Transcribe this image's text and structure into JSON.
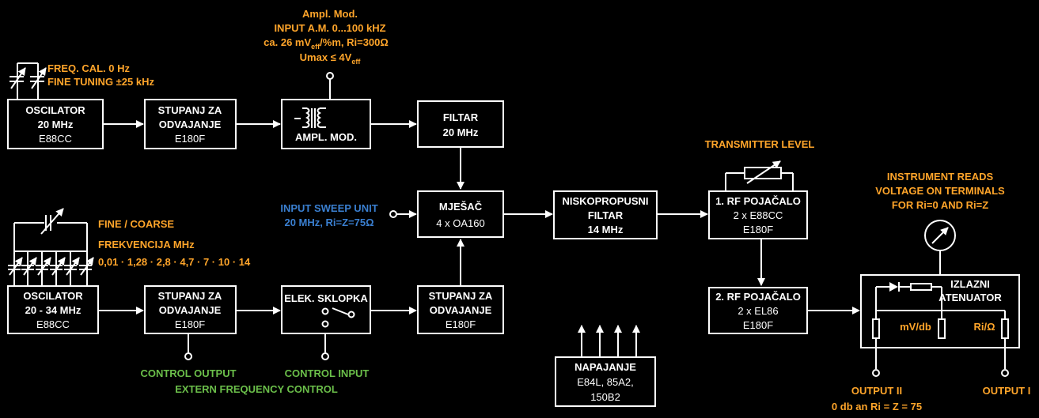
{
  "colors": {
    "background": "#000000",
    "line": "#ffffff",
    "orange": "#ffa52a",
    "blue": "#3a7fd0",
    "green": "#6bbf4a"
  },
  "blocks": {
    "osc1": {
      "l1": "OSCILATOR",
      "l2": "20 MHz",
      "l3": "E88CC"
    },
    "buf1": {
      "l1": "STUPANJ ZA",
      "l2": "ODVAJANJE",
      "l3": "E180F"
    },
    "ampmod": {
      "l1": "AMPL. MOD."
    },
    "filtar": {
      "l1": "FILTAR",
      "l2": "20 MHz"
    },
    "mixer": {
      "l1": "MJEŠAČ",
      "l2": "4 x OA160"
    },
    "lpf": {
      "l1": "NISKOPROPUSNI",
      "l2": "FILTAR",
      "l3": "14 MHz"
    },
    "rf1": {
      "l1": "1. RF POJAČALO",
      "l2": "2 x E88CC",
      "l3": "E180F"
    },
    "rf2": {
      "l1": "2. RF POJAČALO",
      "l2": "2 x EL86",
      "l3": "E180F"
    },
    "osc2": {
      "l1": "OSCILATOR",
      "l2": "20 - 34 MHz",
      "l3": "E88CC"
    },
    "buf2": {
      "l1": "STUPANJ ZA",
      "l2": "ODVAJANJE",
      "l3": "E180F"
    },
    "switch": {
      "l1": "ELEK. SKLOPKA"
    },
    "buf3": {
      "l1": "STUPANJ ZA",
      "l2": "ODVAJANJE",
      "l3": "E180F"
    },
    "psu": {
      "l1": "NAPAJANJE",
      "l2": "E84L, 85A2,",
      "l3": "150B2"
    },
    "atten": {
      "l1": "IZLAZNI",
      "l2": "ATENUATOR",
      "mv": "mV/db",
      "ri": "Ri/Ω"
    }
  },
  "labels": {
    "freq_cal": "FREQ. CAL.  0 Hz",
    "fine_tuning": "FINE TUNING  ±25 kHz",
    "am_1": "Ampl. Mod.",
    "am_2": "INPUT A.M. 0...100 kHZ",
    "am_3": "ca. 26 mV",
    "am_3_sub": "eff",
    "am_3_rest": "/%m, Ri=300Ω",
    "am_4": "Umax ≤ 4V",
    "am_4_sub": "eff",
    "sweep_1": "INPUT SWEEP UNIT",
    "sweep_2": "20 MHz, Ri=Z=75Ω",
    "fine_coarse": "FINE / COARSE",
    "frekvencija": "FREKVENCIJA MHz",
    "freq_list": "0,01 · 1,28 · 2,8 · 4,7 · 7 · 10 · 14",
    "transmitter_level": "TRANSMITTER LEVEL",
    "instr_1": "INSTRUMENT READS",
    "instr_2": "VOLTAGE ON TERMINALS",
    "instr_3": "FOR Ri=0 AND Ri=Z",
    "control_output": "CONTROL OUTPUT",
    "control_input": "CONTROL INPUT",
    "extern_freq": "EXTERN FREQUENCY CONTROL",
    "output2": "OUTPUT II",
    "output2_b": "0 db an Ri = Z = 75",
    "output1": "OUTPUT I"
  }
}
